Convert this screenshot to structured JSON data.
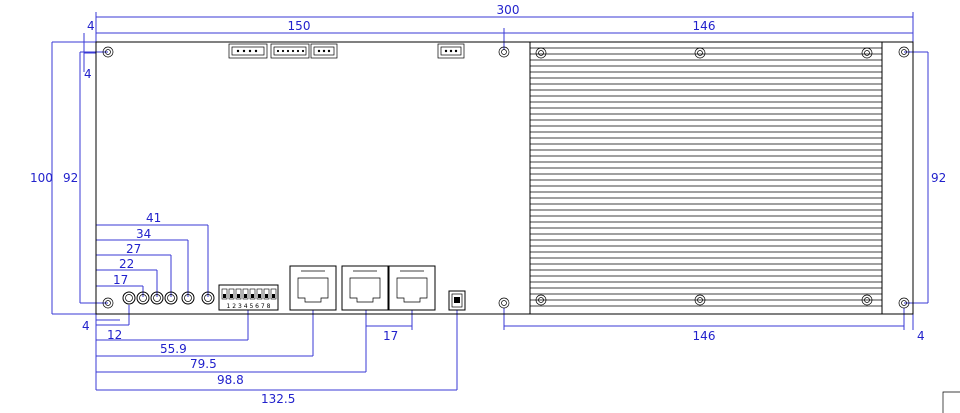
{
  "dimensions": {
    "overall_width": "300",
    "top_half_width": "150",
    "heatsink_width_top": "146",
    "heatsink_width_bottom": "146",
    "overall_height": "100",
    "hole_pitch_left": "92",
    "hole_pitch_right": "92",
    "hole_offset_top_x": "4",
    "hole_offset_top_y": "4",
    "hole_offset_bottom_left": "4",
    "hole_offset_bottom_right": "4",
    "led_positions": [
      "12",
      "17",
      "22",
      "27",
      "34",
      "41"
    ],
    "dip_switch_position": "55.9",
    "rj45_1_position": "79.5",
    "rj45_2_position": "98.8",
    "rj45_pitch": "17",
    "usb_position": "132.5"
  },
  "dip_switch_numbers": "1 2 3 4 5 6 7 8"
}
